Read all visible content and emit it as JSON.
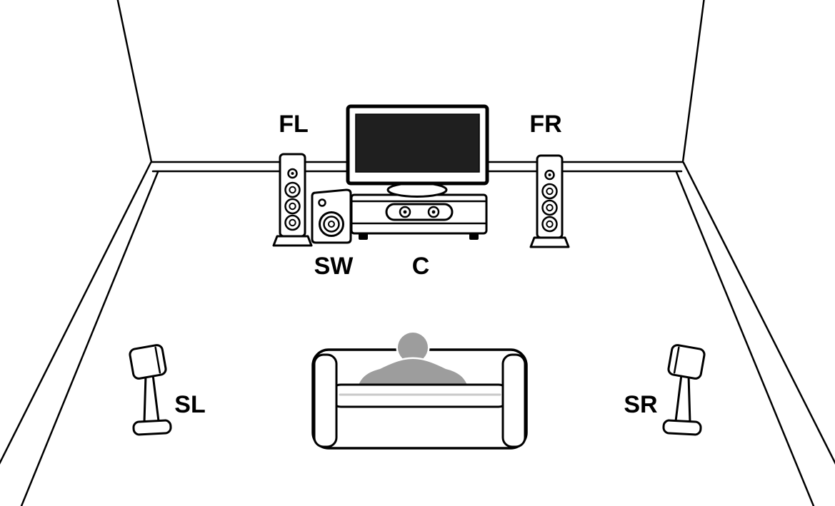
{
  "diagram": {
    "labels": {
      "front_left": "FL",
      "front_right": "FR",
      "subwoofer": "SW",
      "center": "C",
      "surround_left": "SL",
      "surround_right": "SR"
    },
    "colors": {
      "line": "#000000",
      "background": "#ffffff",
      "person": "#9d9d9d",
      "tv_screen": "#1f1f1f",
      "cushion_seam": "#c9c9c9"
    }
  }
}
